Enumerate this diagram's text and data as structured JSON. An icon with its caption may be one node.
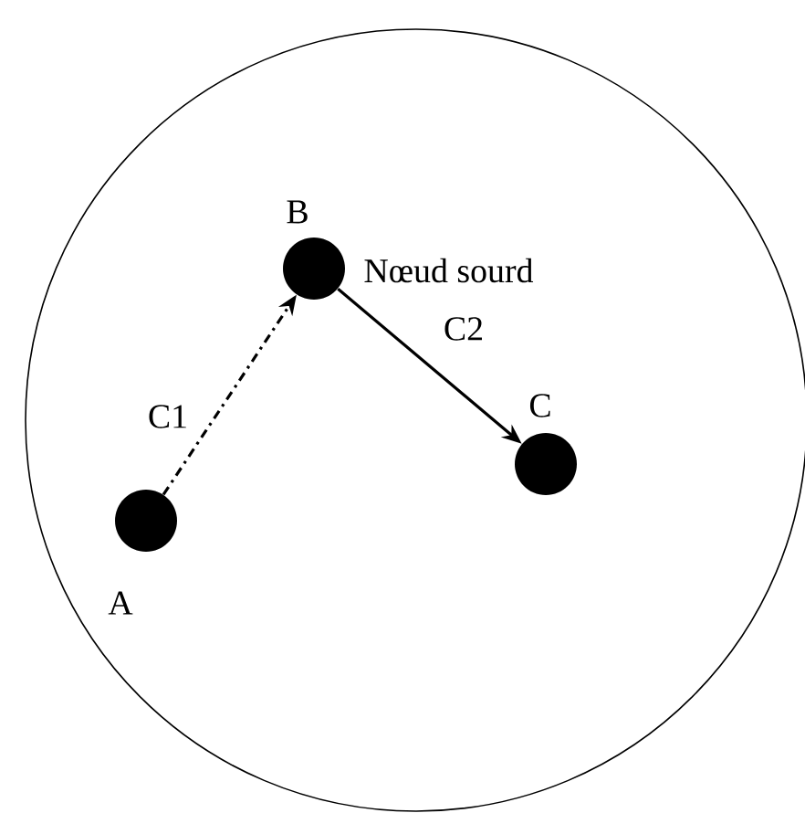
{
  "diagram": {
    "nodes": [
      {
        "text": [],
        "shape": "circle"
      },
      {
        "text": [
          "B"
        ],
        "beside": [
          "Nœud sourd"
        ],
        "in": 0
      },
      {
        "text": [
          "C"
        ],
        "in": 0
      },
      {
        "text": [
          "A"
        ],
        "in": 0
      }
    ],
    "edges": [
      {
        "from": 3,
        "to": 1,
        "arrow": "to",
        "label": "C1",
        "style": "dashed"
      },
      {
        "from": 1,
        "to": 2,
        "arrow": "to",
        "label": "C2"
      }
    ]
  }
}
